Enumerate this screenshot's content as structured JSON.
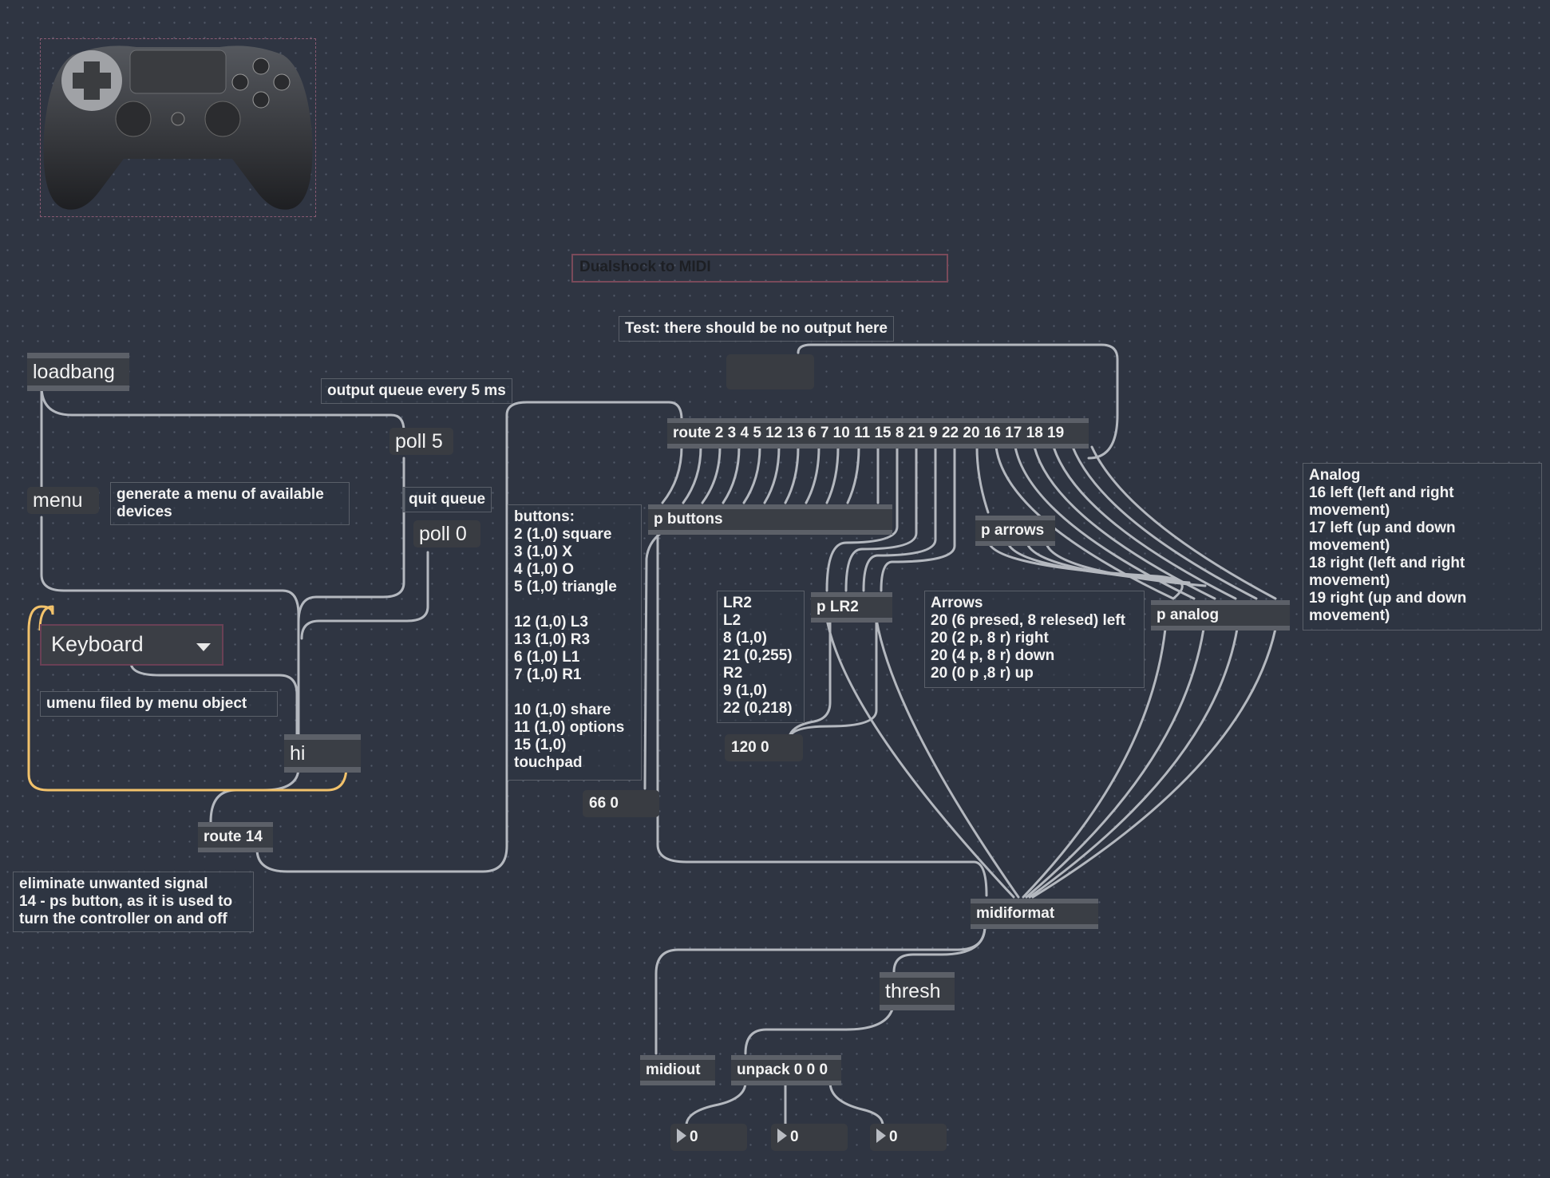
{
  "title": "Dualshock to MIDI",
  "objects": {
    "loadbang": "loadbang",
    "menu": "menu",
    "poll5": "poll 5",
    "poll0": "poll 0",
    "hi": "hi",
    "route14": "route 14",
    "route_main": "route 2 3 4 5 12 13 6 7 10 11 15 8 21 9 22 20 16 17 18 19",
    "p_buttons": "p buttons",
    "p_arrows": "p arrows",
    "p_lr2": "p LR2",
    "p_analog": "p analog",
    "midiformat": "midiformat",
    "thresh": "thresh",
    "midiout": "midiout",
    "unpack": "unpack 0 0 0"
  },
  "messages": {
    "msg_120": "120 0",
    "msg_66": "66 0"
  },
  "umenu": {
    "selected": "Keyboard"
  },
  "numbers": [
    "0",
    "0",
    "0"
  ],
  "comments": {
    "test": "Test: there should be no output here",
    "output_queue": "output queue every 5 ms",
    "quit_queue": "quit queue",
    "generate_menu": "generate a menu of available devices",
    "umenu_filled": "umenu filed by menu object",
    "eliminate": "eliminate unwanted signal\n14 - ps button, as it is used to\nturn the controller on and off",
    "buttons": "buttons:\n2 (1,0) square\n3 (1,0) X\n4 (1,0) O\n5 (1,0) triangle\n\n12 (1,0) L3\n13 (1,0) R3\n6 (1,0) L1\n7 (1,0) R1\n\n10 (1,0) share\n11 (1,0) options\n15 (1,0)\ntouchpad",
    "lr2": "LR2\nL2\n8 (1,0)\n21 (0,255)\nR2\n9 (1,0)\n22 (0,218)",
    "arrows": "Arrows\n20 (6 presed, 8 relesed) left\n20 (2 p, 8 r) right\n20 (4 p, 8 r) down\n20 (0 p ,8 r) up",
    "analog": "Analog\n16 left (left and right\nmovement)\n17 left (up and down\nmovement)\n18 right (left and right\nmovement)\n19 right (up and down\nmovement)"
  },
  "colors": {
    "background": "#2f3542",
    "object": "#3a3e45",
    "cord": "#b4b8bf",
    "cord_highlight": "#f2c26b",
    "inlet": "#e8a0a8",
    "outlet": "#d8e0a0"
  },
  "icons": {
    "gamepad": "dualshock-controller-icon"
  }
}
